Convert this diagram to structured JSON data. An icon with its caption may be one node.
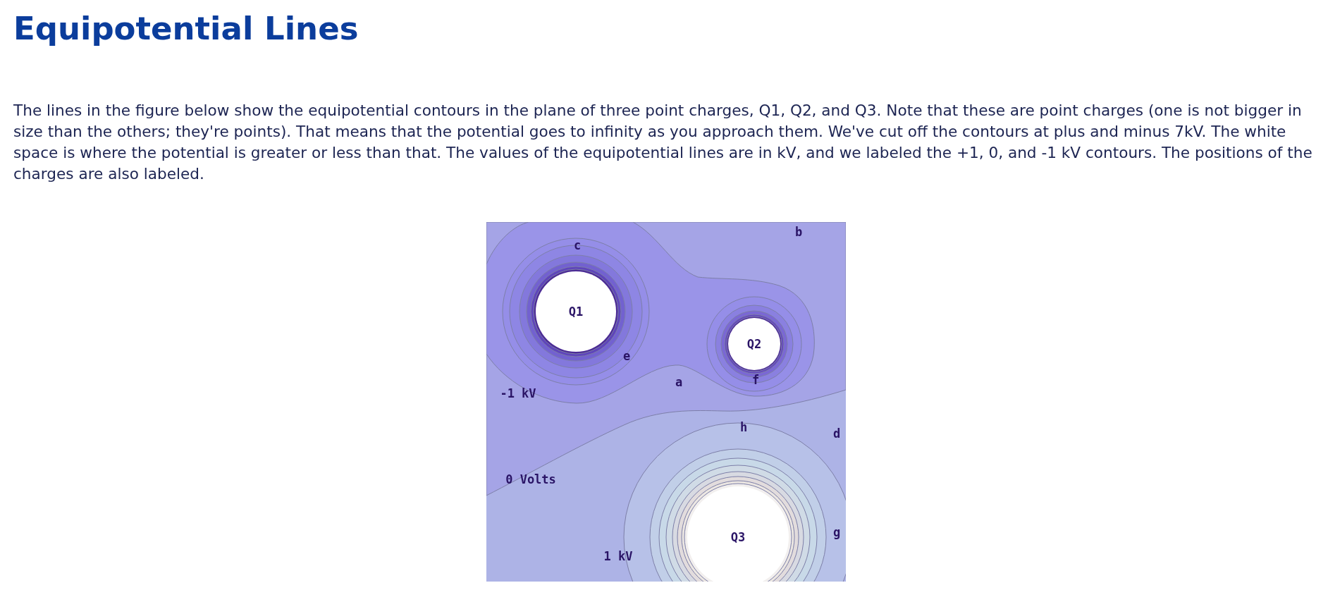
{
  "diagram": {
    "title": "Equipotential Lines",
    "nodes": [
      {
        "text": [
          "Q1"
        ]
      },
      {
        "text": [
          "Q2"
        ]
      },
      {
        "text": [
          "Q3"
        ]
      }
    ],
    "labels": [
      "The lines in the figure below show the equipotential contours in the plane of three point charges, Q1, Q2, and Q3. Note that these are point charges (one is not bigger in size than the others; they're points). That means that the potential goes to infinity as you approach them. We've cut off the contours at plus and minus 7kV. The white space is where the potential is greater or less than that. The values of the equipotential lines are in kV, and we labeled the +1, 0, and -1 kV contours. The positions of the charges are also labeled.",
      "b",
      "c",
      "e",
      "a",
      "f",
      "-1 kV",
      "h",
      "d",
      "0 Volts",
      "g",
      "1 kV"
    ]
  }
}
